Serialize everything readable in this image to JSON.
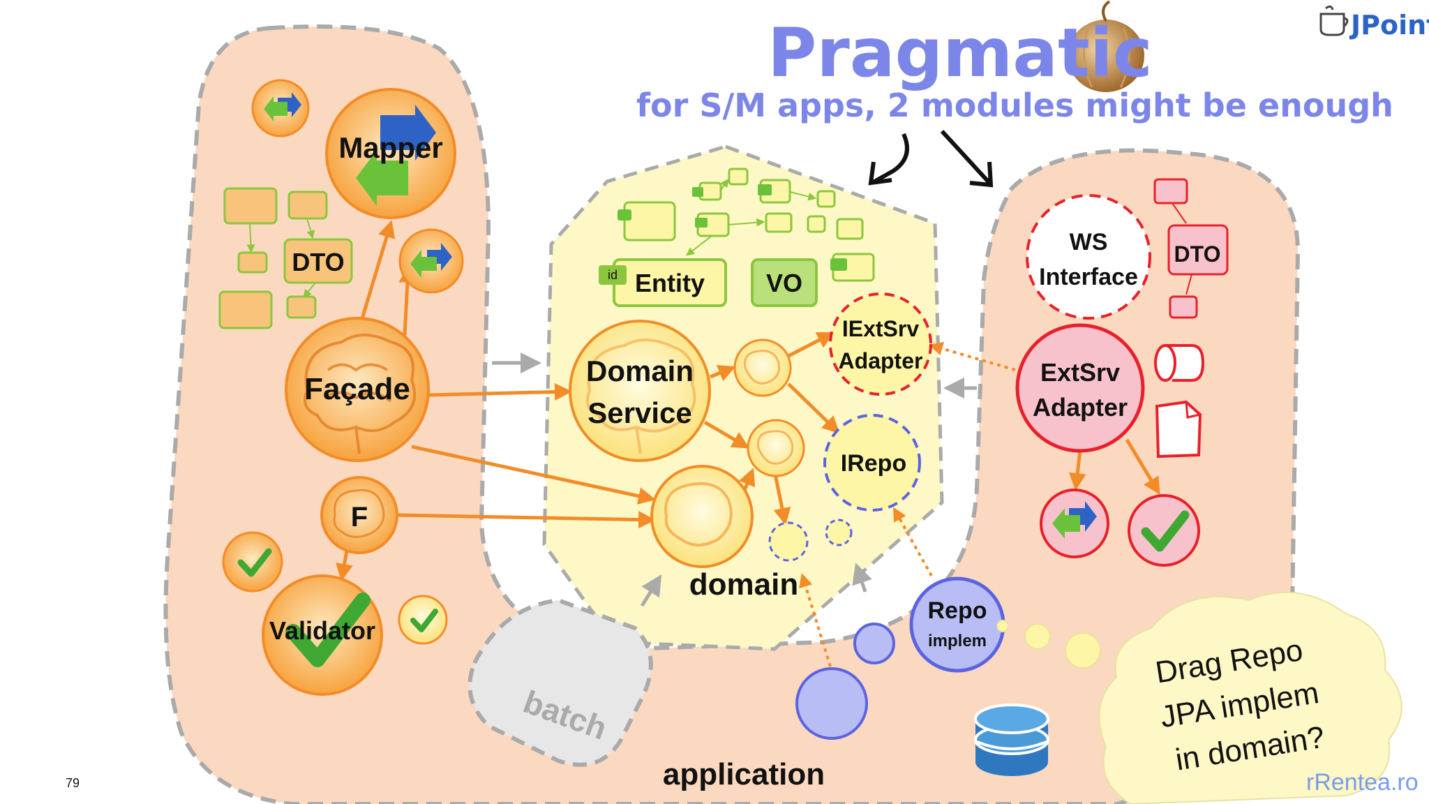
{
  "slide": {
    "title": "Pragmatic",
    "subtitle": "for S/M apps, 2 modules might be enough",
    "brand": "JPoint",
    "page_number": "79",
    "footer": "rRentea.ro"
  },
  "application": {
    "label": "application",
    "facade": "Façade",
    "mapper": "Mapper",
    "dto": "DTO",
    "f": "F",
    "validator": "Validator",
    "batch": "batch"
  },
  "domain": {
    "label": "domain",
    "domain_service": [
      "Domain",
      "Service"
    ],
    "entity": "Entity",
    "id_badge": "id",
    "vo": "VO",
    "iextsrv": [
      "IExtSrv",
      "Adapter"
    ],
    "irepo": "IRepo"
  },
  "infra": {
    "ws_interface": [
      "WS",
      "Interface"
    ],
    "dto": "DTO",
    "extsrv": [
      "ExtSrv",
      "Adapter"
    ],
    "repo_implem": [
      "Repo",
      "implem"
    ]
  },
  "callout": {
    "lines": [
      "Drag Repo",
      "JPA implem",
      "in domain?"
    ]
  },
  "colors": {
    "title": "#7b86e8",
    "orange_fill": "#f8a94c",
    "orange_stroke": "#f28c28",
    "app_bg": "#fbd9c0",
    "domain_bg": "#fdf8c6",
    "infra_red": "#e8202a",
    "infra_fill": "#f8c2cc",
    "blue_fill": "#b9bdf5",
    "blue_stroke": "#5b63e0",
    "green": "#8cc63f"
  },
  "icons": [
    "onion-icon",
    "brain-icon",
    "mapper-arrows-icon",
    "checkmark-icon",
    "database-icon",
    "cylinder-icon",
    "document-icon",
    "cup-logo-icon"
  ]
}
